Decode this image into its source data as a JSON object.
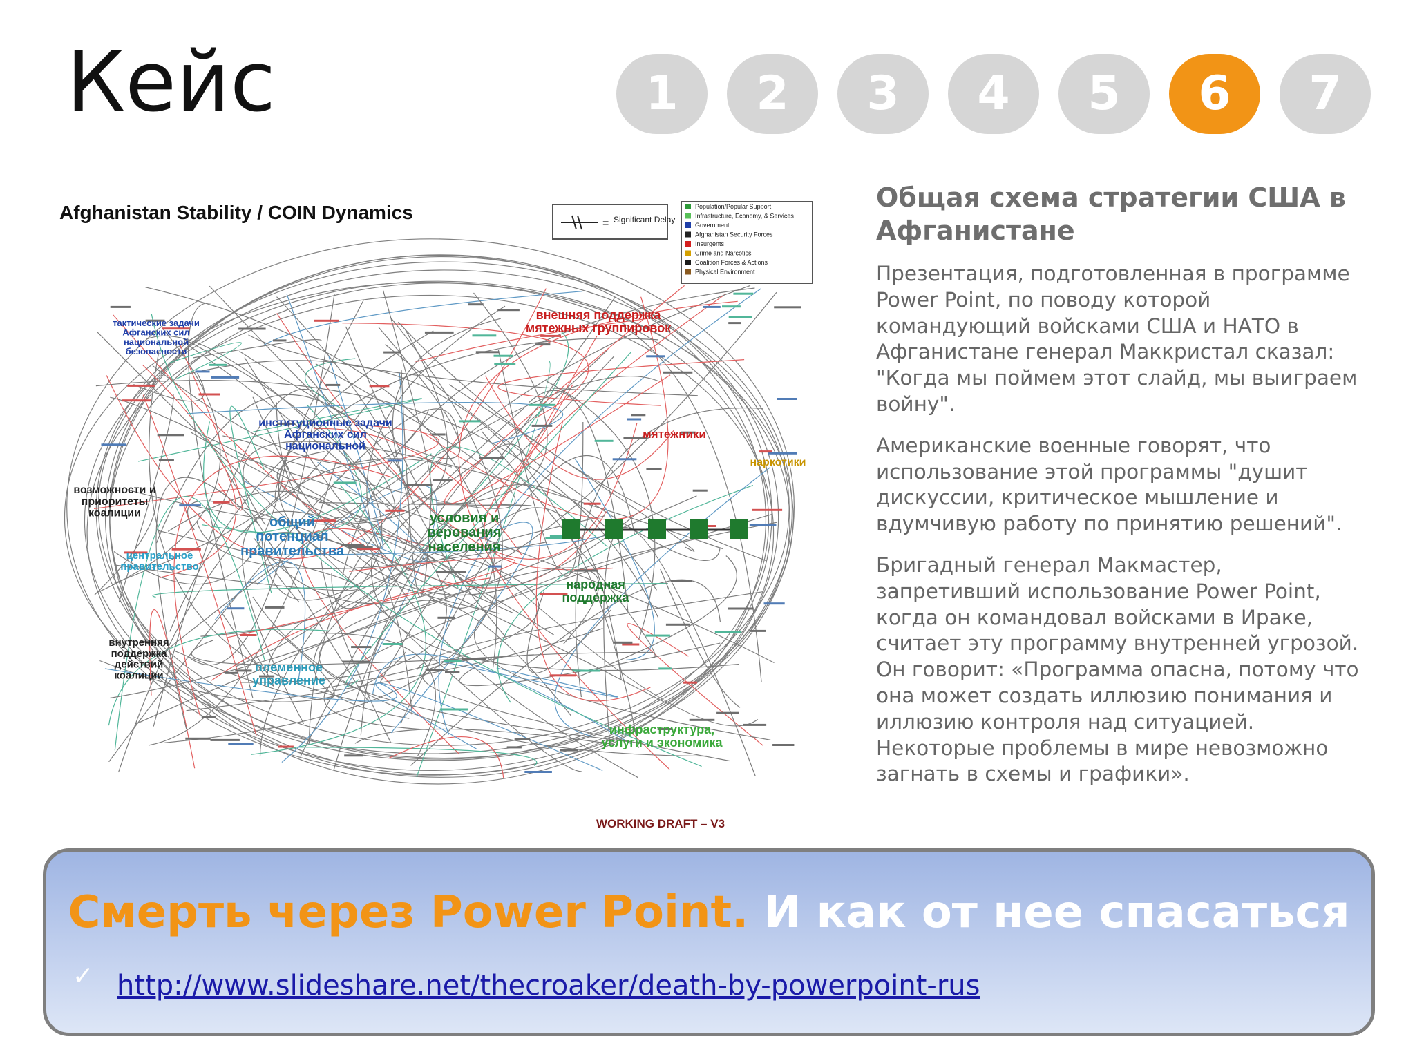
{
  "slide": {
    "title": "Кейс",
    "steps": [
      {
        "label": "1",
        "active": false
      },
      {
        "label": "2",
        "active": false
      },
      {
        "label": "3",
        "active": false
      },
      {
        "label": "4",
        "active": false
      },
      {
        "label": "5",
        "active": false
      },
      {
        "label": "6",
        "active": true
      },
      {
        "label": "7",
        "active": false
      }
    ],
    "accent_color": "#f29416",
    "inactive_color": "#d6d6d6"
  },
  "diagram": {
    "title": "Afghanistan Stability / COIN Dynamics",
    "legend_delay_label": "Significant Delay",
    "legend_delay_eq": "=",
    "legend_items": [
      "Population/Popular Support",
      "Infrastructure, Economy, & Services",
      "Government",
      "Afghanistan Security Forces",
      "Insurgents",
      "Crime and Narcotics",
      "Coalition Forces & Actions",
      "Physical Environment"
    ],
    "legend_colors": [
      "#2e9a3a",
      "#58c058",
      "#1f3fa8",
      "#222222",
      "#d42020",
      "#d4a000",
      "#1a1a1a",
      "#8a5a20"
    ],
    "cluster_labels": {
      "external_support": "внешняя поддержка\nмятежных группировок",
      "tactical_tasks": "тактические задачи\nАфганских сил\nнациональной\nбезопасности",
      "institutional_tasks": "институционные задачи\nАфганских сил\nнациональной",
      "insurgents": "мятежники",
      "narcotics": "наркотики",
      "capabilities": "возможности и\nприоритеты\nкоалиции",
      "gov_potential": "общий\nпотенциал\nправительства",
      "population_conditions": "условия и\nверования\nнаселения",
      "central_gov": "центральное\nправительство",
      "popular_support": "народная\nподдержка",
      "domestic_support": "внутренняя\nподдержка\nдействий\nкоалиции",
      "tribal_governance": "племенное\nуправление",
      "infrastructure": "инфраструктура,\nуслуги и экономика"
    },
    "footer": "WORKING DRAFT – V3"
  },
  "text": {
    "heading": "Общая схема стратегии США в Афганистане",
    "paragraphs": [
      "Презентация, подготовленная в программе Power Point, по поводу которой командующий войсками США и НАТО в Афганистане генерал Маккристал сказал: \"Когда мы поймем этот слайд, мы выиграем войну\".",
      "Американские военные говорят, что использование этой программы \"душит дискуссии, критическое мышление и вдумчивую работу по принятию решений\".",
      "Бригадный генерал Макмастер, запретивший использование Power Point, когда он командовал войсками в Ираке, считает эту программу внутренней угрозой. Он говорит: «Программа опасна, потому что она может создать иллюзию понимания и иллюзию контроля над ситуацией. Некоторые проблемы в мире невозможно загнать в схемы и графики»."
    ]
  },
  "banner": {
    "title_orange": "Смерть через Power Point.",
    "title_white": " И как от нее спасаться",
    "check_icon": "✓",
    "link_text": "http://www.slideshare.net/thecroaker/death-by-powerpoint-rus"
  }
}
